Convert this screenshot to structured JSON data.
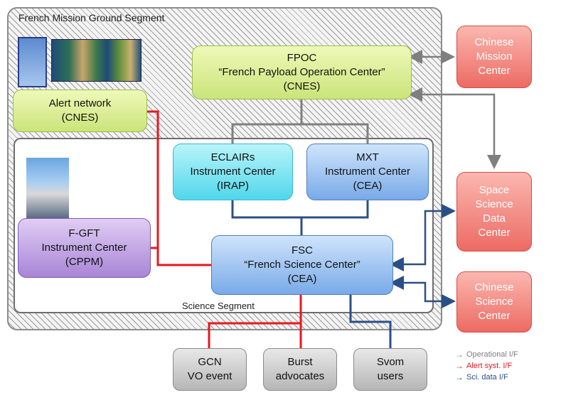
{
  "ground_segment": {
    "title": "French Mission Ground Segment"
  },
  "science_segment": {
    "title": "Science Segment"
  },
  "fpoc": {
    "line1": "FPOC",
    "line2": "“French Payload Operation Center”",
    "line3": "(CNES)"
  },
  "alert_network": {
    "line1": "Alert network",
    "line2": "(CNES)"
  },
  "eclairs": {
    "line1": "ECLAIRs",
    "line2": "Instrument Center",
    "line3": "(IRAP)"
  },
  "mxt": {
    "line1": "MXT",
    "line2": "Instrument Center",
    "line3": "(CEA)"
  },
  "fgft": {
    "line1": "F-GFT",
    "line2": "Instrument Center",
    "line3": "(CPPM)"
  },
  "fsc": {
    "line1": "FSC",
    "line2": "“French Science Center”",
    "line3": "(CEA)"
  },
  "chinese_mission": {
    "line1": "Chinese",
    "line2": "Mission",
    "line3": "Center"
  },
  "space_science": {
    "line1": "Space",
    "line2": "Science",
    "line3": "Data",
    "line4": "Center"
  },
  "chinese_science": {
    "line1": "Chinese",
    "line2": "Science",
    "line3": "Center"
  },
  "gcn": {
    "line1": "GCN",
    "line2": "VO event"
  },
  "burst": {
    "line1": "Burst",
    "line2": "advocates"
  },
  "svom": {
    "line1": "Svom",
    "line2": "users"
  },
  "legend": {
    "operational": "Operational I/F",
    "alert": "Alert syst. I/F",
    "science": "Sci. data I/F"
  },
  "colors": {
    "operational": "#7f7f7f",
    "alert": "#e8181e",
    "science": "#2a4f87"
  },
  "icons": {
    "antenna_photo": "antenna-photo",
    "world_map": "world-map-image",
    "telescope_photo": "telescope-photo"
  }
}
